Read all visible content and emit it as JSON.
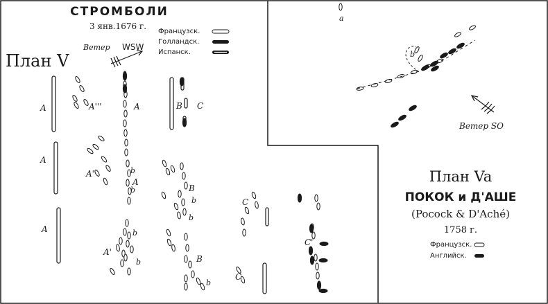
{
  "left_plan": {
    "title": "СТРОМБОЛИ",
    "date": "3 янв.1676 г.",
    "plan_label": "План V",
    "wind_label": "Ветер",
    "wind_dir": "WSW",
    "legend": [
      {
        "label": "Французск.",
        "style": "hollow"
      },
      {
        "label": "Голландск.",
        "style": "filled"
      },
      {
        "label": "Испанск.",
        "style": "striped"
      }
    ],
    "letters": {
      "A": "A",
      "A3": "A'''",
      "A2": "A''",
      "A1": "A'",
      "b": "b",
      "B": "B",
      "C": "C",
      "C1": "C'"
    }
  },
  "right_plan": {
    "plan_label": "План Va",
    "title": "ПОКОК и Д'АШЕ",
    "subtitle": "(Pocock & D'Aché)",
    "year": "1758 г.",
    "wind_label": "Ветер SO",
    "letters": {
      "a": "a",
      "b": "b"
    },
    "legend": [
      {
        "label": "Французск.",
        "style": "hollow"
      },
      {
        "label": "Английск.",
        "style": "filled"
      }
    ]
  },
  "colors": {
    "ink": "#1a1a1a",
    "paper": "#ffffff"
  }
}
